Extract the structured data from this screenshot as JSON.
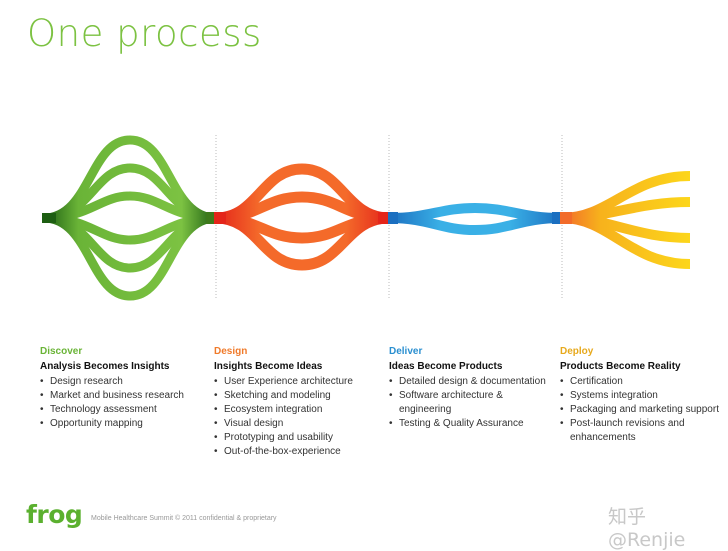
{
  "title": "One process",
  "colors": {
    "green": "#6ab437",
    "dark_green": "#1d6b10",
    "orange": "#f26b2a",
    "red": "#e8361f",
    "blue": "#3aa8e0",
    "yellow": "#f5c41c",
    "divider": "#bbbbbb"
  },
  "columns": [
    {
      "phase": "Discover",
      "heading": "Analysis Becomes Insights",
      "items": [
        "Design research",
        "Market and business research",
        "Technology assessment",
        "Opportunity mapping"
      ]
    },
    {
      "phase": "Design",
      "heading": "Insights Become Ideas",
      "items": [
        "User Experience architecture",
        "Sketching and modeling",
        "Ecosystem integration",
        "Visual design",
        "Prototyping and usability",
        "Out-of-the-box-experience"
      ]
    },
    {
      "phase": "Deliver",
      "heading": "Ideas Become Products",
      "items": [
        "Detailed design & documentation",
        "Software architecture & engineering",
        "Testing & Quality Assurance"
      ]
    },
    {
      "phase": "Deploy",
      "heading": "Products Become Reality",
      "items": [
        "Certification",
        "Systems integration",
        "Packaging and marketing support",
        "Post-launch revisions and enhancements"
      ]
    }
  ],
  "logo": "frog",
  "footer": "Mobile Healthcare Summit   © 2011  confidential & proprietary",
  "watermark": "知乎 @Renjie"
}
